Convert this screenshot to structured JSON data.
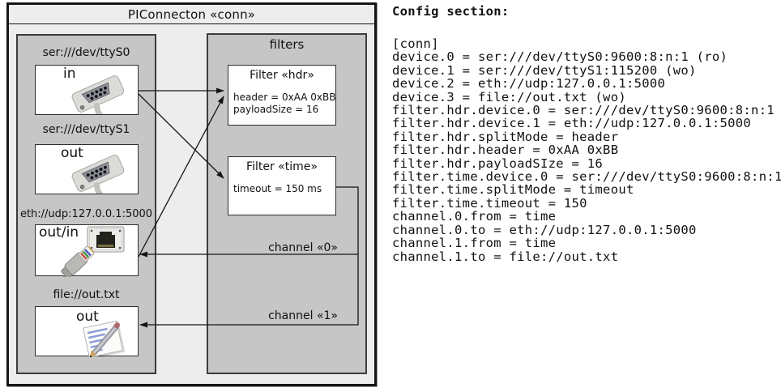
{
  "diagram": {
    "title": "PIConnecton «conn»",
    "devices": [
      {
        "label": "ser:///dev/ttyS0",
        "port": "in",
        "icon": "serial-db9-icon"
      },
      {
        "label": "ser:///dev/ttyS1",
        "port": "out",
        "icon": "serial-db9-icon"
      },
      {
        "label": "eth://udp:127.0.0.1:5000",
        "port": "out/in",
        "icon": "ethernet-rj45-icon"
      },
      {
        "label": "file://out.txt",
        "port": "out",
        "icon": "notepad-pencil-icon"
      }
    ],
    "filters_panel": {
      "title": "filters",
      "filters": [
        {
          "title": "Filter «hdr»",
          "attributes": [
            "header = 0xAA 0xBB",
            "payloadSize = 16"
          ]
        },
        {
          "title": "Filter «time»",
          "attributes": [
            "timeout = 150 ms"
          ]
        }
      ]
    },
    "channels": [
      {
        "label": "channel «0»"
      },
      {
        "label": "channel «1»"
      }
    ]
  },
  "config": {
    "heading": "Config section:",
    "lines": [
      "[conn]",
      "device.0 = ser:///dev/ttyS0:9600:8:n:1 (ro)",
      "device.1 = ser:///dev/ttyS1:115200 (wo)",
      "device.2 = eth://udp:127.0.0.1:5000",
      "device.3 = file://out.txt (wo)",
      "filter.hdr.device.0 = ser:///dev/ttyS0:9600:8:n:1",
      "filter.hdr.device.1 = eth://udp:127.0.0.1:5000",
      "filter.hdr.splitMode = header",
      "filter.hdr.header = 0xAA 0xBB",
      "filter.hdr.payloadSIze = 16",
      "filter.time.device.0 = ser:///dev/ttyS0:9600:8:n:1",
      "filter.time.splitMode = timeout",
      "filter.time.timeout = 150",
      "channel.0.from = time",
      "channel.0.to = eth://udp:127.0.0.1:5000",
      "channel.1.from = time",
      "channel.1.to = file://out.txt"
    ]
  },
  "colors": {
    "outer_background": "#ededed",
    "panel_gray": "#c6c6c6",
    "box_white": "#ffffff",
    "line_black": "#151515"
  }
}
